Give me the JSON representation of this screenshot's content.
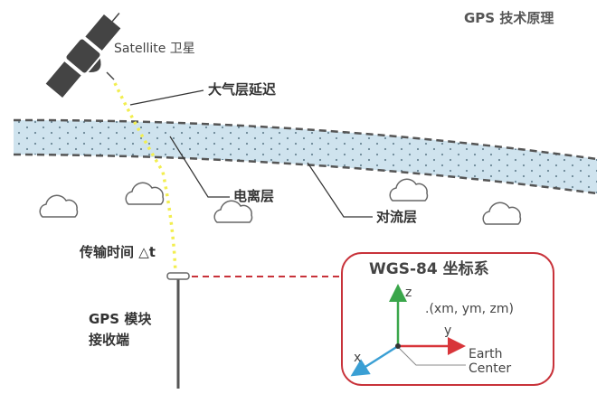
{
  "title": "GPS 技术原理",
  "satellite_label": "Satellite 卫星",
  "atmosphere_delay_label": "大气层延迟",
  "ionosphere_label": "电离层",
  "troposphere_label": "对流层",
  "transmission_time_label": "传输时间 △t",
  "receiver_label_line1": "GPS 模块",
  "receiver_label_line2": "接收端",
  "wgs": {
    "title": "WGS-84 坐标系",
    "axis_z": "z",
    "axis_y": "y",
    "axis_x": "x",
    "point_label": ".(xm, ym, zm)",
    "origin_label_line1": "Earth",
    "origin_label_line2": "Center"
  },
  "colors": {
    "band": "#cfe3ee",
    "signal": "#f2ee50",
    "frame": "#c8323a",
    "z_axis": "#3aa64a",
    "y_axis": "#d8353a",
    "x_axis": "#3a9fd4"
  }
}
